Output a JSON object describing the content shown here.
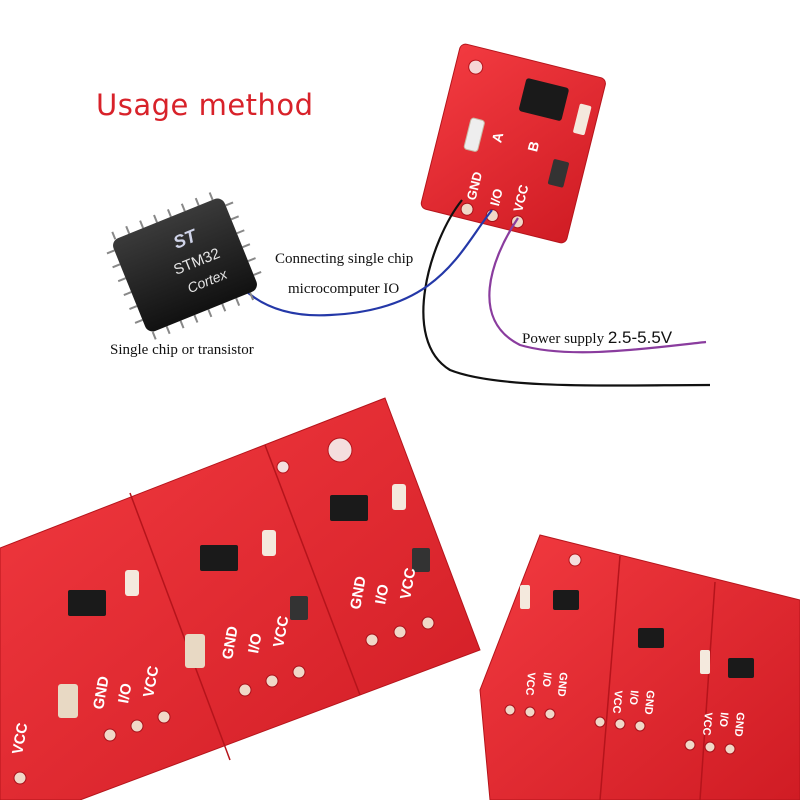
{
  "title": "Usage method",
  "labels": {
    "io_line1": "Connecting single chip",
    "io_line2": "microcomputer IO",
    "chip": "Single chip or transistor",
    "power": "Power supply",
    "voltage": "2.5-5.5V"
  },
  "chip_markings": {
    "brand": "ST",
    "model": "STM32",
    "core": "Cortex"
  },
  "module_pins": [
    "GND",
    "I/O",
    "VCC"
  ],
  "module_pads": [
    "A",
    "B"
  ],
  "colors": {
    "title": "#d8222a",
    "pcb": "#e8262f",
    "io_wire": "#2438a8",
    "power_wire": "#8a3c9e",
    "ground_wire": "#111111"
  },
  "icons": [
    "microcontroller-chip-icon",
    "touch-sensor-module-icon"
  ]
}
